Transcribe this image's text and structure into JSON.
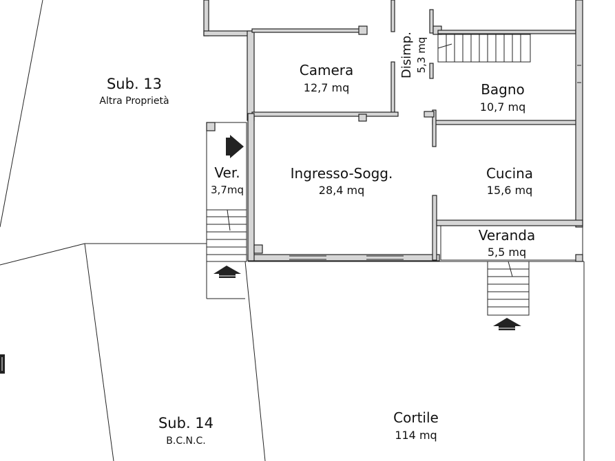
{
  "plan": {
    "rooms": [
      {
        "key": "camera",
        "name": "Camera",
        "area": "12,7 mq"
      },
      {
        "key": "disimp",
        "name": "Disimp.",
        "area": "5,3 mq"
      },
      {
        "key": "bagno",
        "name": "Bagno",
        "area": "10,7 mq"
      },
      {
        "key": "veranda-small",
        "name": "Ver.",
        "area": "3,7mq"
      },
      {
        "key": "ingresso",
        "name": "Ingresso-Sogg.",
        "area": "28,4 mq"
      },
      {
        "key": "cucina",
        "name": "Cucina",
        "area": "15,6 mq"
      },
      {
        "key": "veranda",
        "name": "Veranda",
        "area": "5,5 mq"
      },
      {
        "key": "cortile",
        "name": "Cortile",
        "area": "114 mq"
      }
    ],
    "subs": [
      {
        "key": "sub13",
        "name": "Sub. 13",
        "note": "Altra Proprietà"
      },
      {
        "key": "sub14",
        "name": "Sub. 14",
        "note": "B.C.N.C."
      }
    ]
  }
}
